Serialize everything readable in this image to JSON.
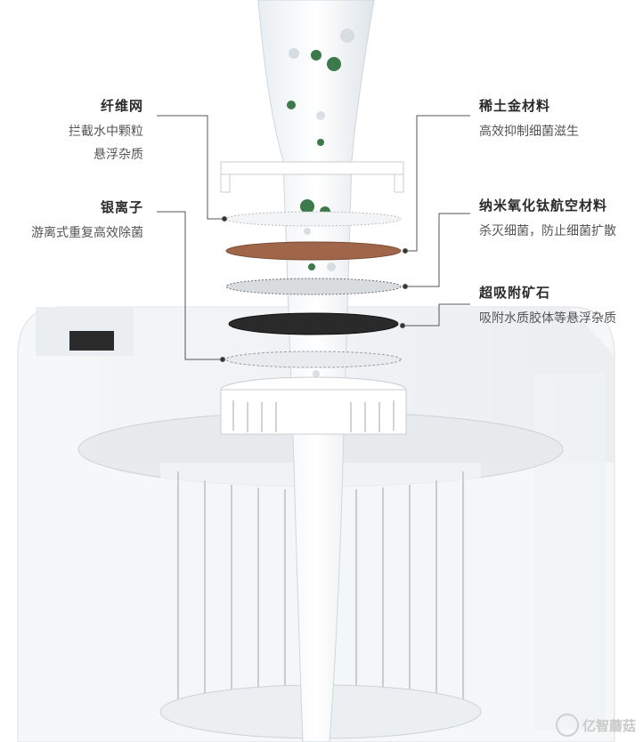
{
  "labels": {
    "fiber": {
      "title": "纤维网",
      "lines": [
        "拦截水中颗粒",
        "悬浮杂质"
      ]
    },
    "silver": {
      "title": "银离子",
      "lines": [
        "游离式重复高效除菌"
      ]
    },
    "rare_earth": {
      "title": "稀土金材料",
      "lines": [
        "高效抑制细菌滋生"
      ]
    },
    "nano_titanium": {
      "title": "纳米氧化钛航空材料",
      "lines": [
        "杀灭细菌，防止细菌扩散"
      ]
    },
    "mineral": {
      "title": "超吸附矿石",
      "lines": [
        "吸附水质胶体等悬浮杂质"
      ]
    }
  },
  "watermark": {
    "text": "亿智蘑菇"
  },
  "colors": {
    "line": "#555555",
    "copper": "#a0664a",
    "mineral": "#2a2a2a"
  }
}
